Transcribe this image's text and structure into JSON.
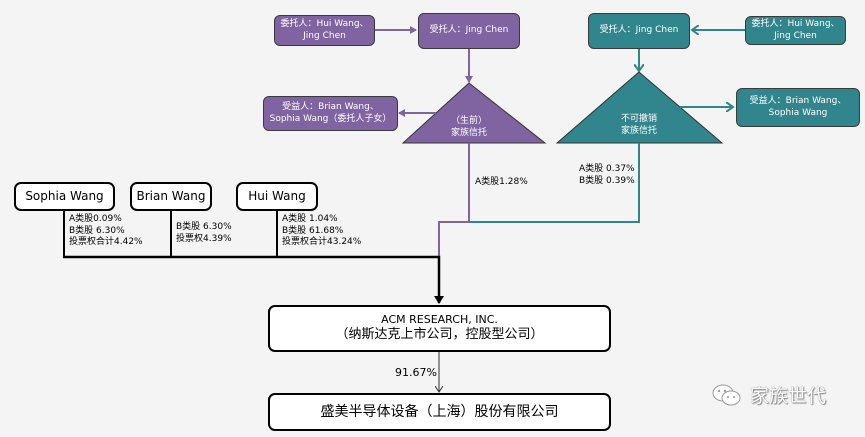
{
  "colors": {
    "purple": "#8064a2",
    "teal": "#31858c",
    "background": "#f4f4f4"
  },
  "left_trust": {
    "settlor": "委托人：Hui Wang、Jing Chen",
    "trustee": "受托人：Jing Chen",
    "beneficiary": "受益人：Brian Wang、Sophia Wang（委托人子女）",
    "trust_line1": "（生前）",
    "trust_line2": "家族信托",
    "holding": "A类股1.28%"
  },
  "right_trust": {
    "settlor": "委托人：Hui Wang、Jing Chen",
    "trustee": "受托人：Jing Chen",
    "beneficiary": "受益人：Brian Wang、Sophia Wang",
    "trust_line1": "不可撤销",
    "trust_line2": "家族信托",
    "holding_a": "A类股 0.37%",
    "holding_b": "B类股 0.39%"
  },
  "persons": [
    {
      "name": "Sophia Wang",
      "holdings": [
        "A类股0.09%",
        "B类股 6.30%",
        "投票权合计4.42%"
      ]
    },
    {
      "name": "Brian Wang",
      "holdings": [
        "B类股 6.30%",
        "投票权4.39%"
      ]
    },
    {
      "name": "Hui Wang",
      "holdings": [
        "A类股 1.04%",
        "B类股 61.68%",
        "投票权合计43.24%"
      ]
    }
  ],
  "parent_company": {
    "line1": "ACM RESEARCH, INC.",
    "line2": "（纳斯达克上市公司，控股型公司）"
  },
  "ownership_pct": "91.67%",
  "subsidiary": {
    "name": "盛美半导体设备（上海）股份有限公司"
  },
  "watermark": {
    "icon": "wechat-icon",
    "text": "家族世代"
  }
}
